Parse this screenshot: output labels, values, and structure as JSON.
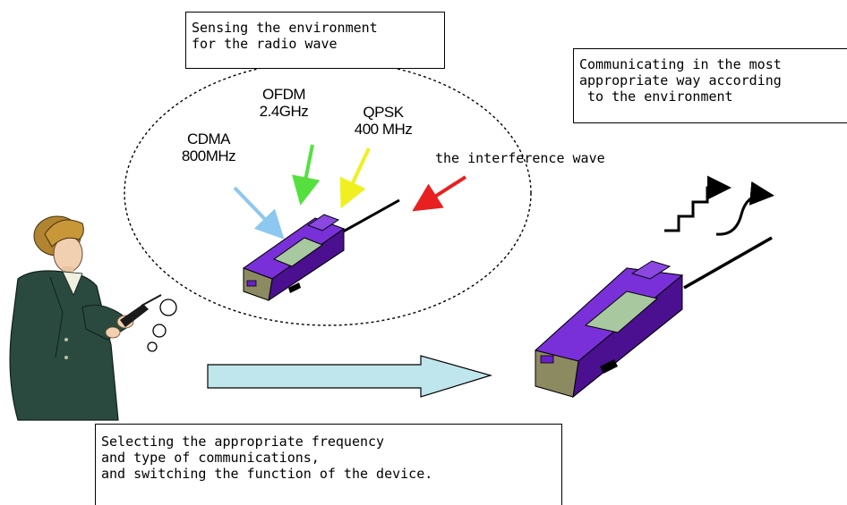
{
  "boxes": {
    "sensing": "Sensing the environment\nfor the radio wave",
    "communicating": "Communicating in the most\nappropriate way according\n to the environment",
    "selecting": "Selecting the appropriate frequency\nand type of communications,\nand switching the function of the device."
  },
  "signals": {
    "ofdm": "OFDM\n2.4GHz",
    "qpsk": "QPSK\n400 MHz",
    "cdma": "CDMA\n800MHz",
    "interference": "the interference wave"
  },
  "colors": {
    "cdma_arrow": "#8cc8f0",
    "ofdm_arrow": "#55e040",
    "qpsk_arrow": "#f0f020",
    "interference_arrow": "#e82020",
    "device_body": "#6a20c8",
    "device_screen": "#a8c8a0",
    "big_arrow_fill": "#bfe6ec"
  }
}
